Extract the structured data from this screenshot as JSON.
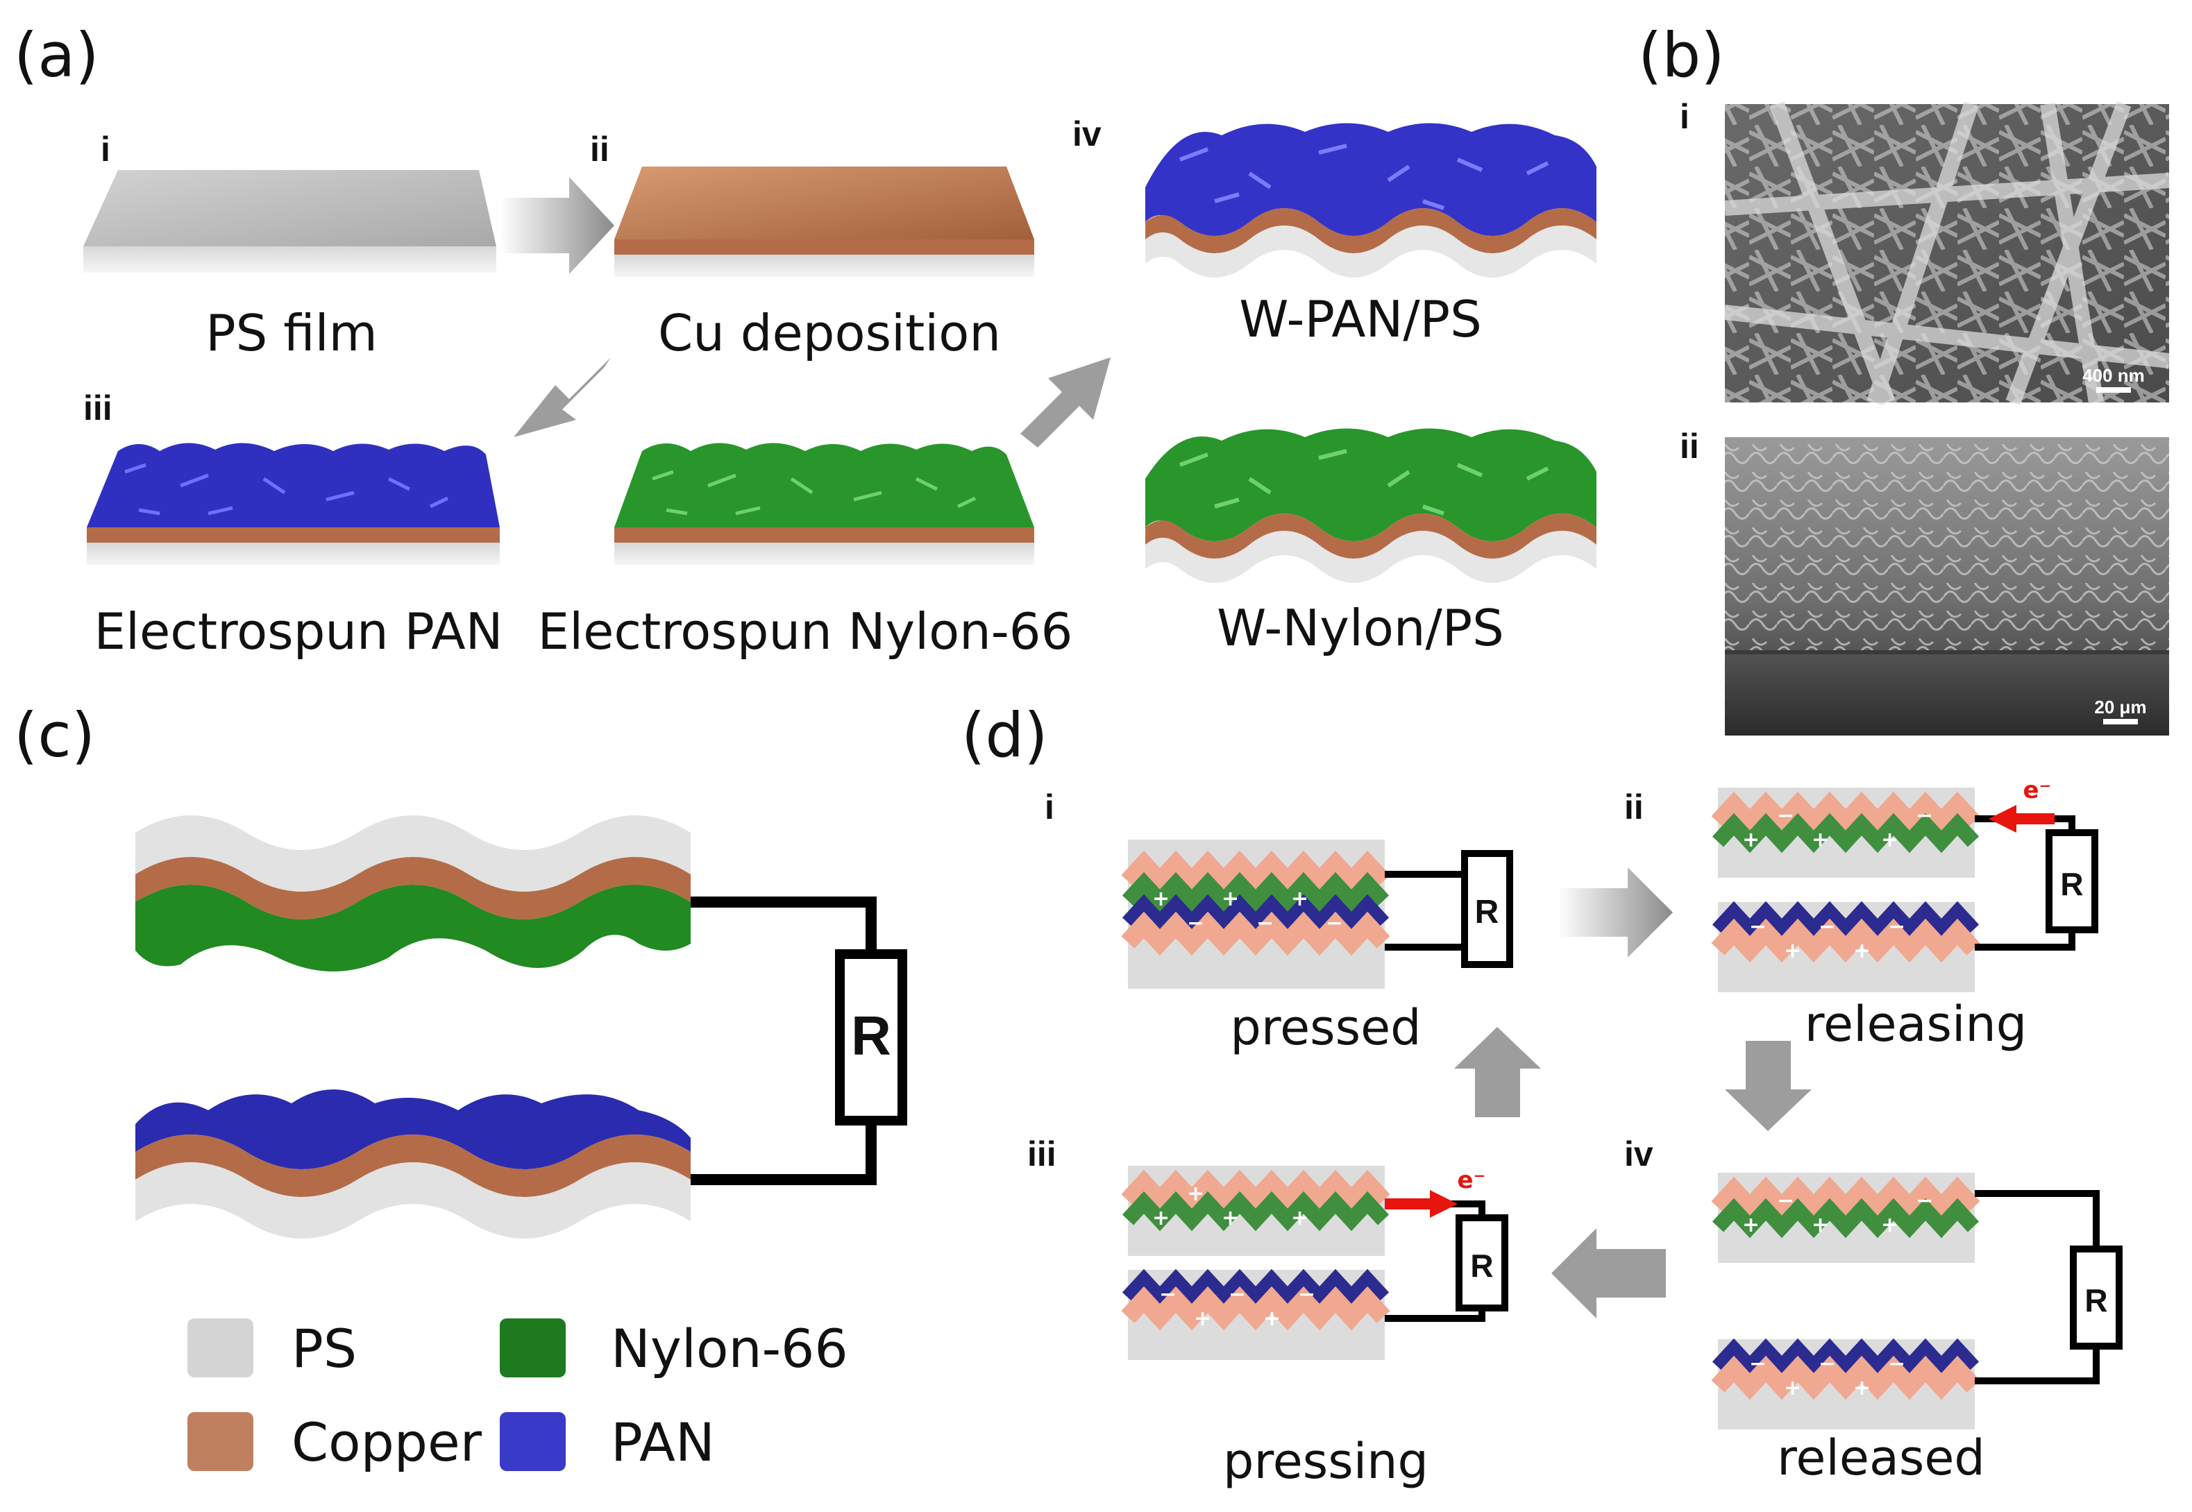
{
  "panels": {
    "a": {
      "label": "(a)",
      "steps": [
        {
          "numeral": "i",
          "caption": "PS film"
        },
        {
          "numeral": "ii",
          "caption": "Cu deposition"
        },
        {
          "numeral": "iii",
          "caption": "Electrospun PAN"
        },
        {
          "numeral": "",
          "caption": "Electrospun Nylon-66"
        },
        {
          "numeral": "iv",
          "caption": "W-PAN/PS"
        },
        {
          "numeral": "",
          "caption": "W-Nylon/PS"
        }
      ]
    },
    "b": {
      "label": "(b)",
      "images": [
        {
          "numeral": "i",
          "scale_bar": "400 nm"
        },
        {
          "numeral": "ii",
          "scale_bar": "20 μm"
        }
      ]
    },
    "c": {
      "label": "(c)",
      "resistor": "R",
      "legend": [
        {
          "name": "PS",
          "color": "#d4d4d4"
        },
        {
          "name": "Nylon-66",
          "color": "#1e7a1e"
        },
        {
          "name": "Copper",
          "color": "#c08060"
        },
        {
          "name": "PAN",
          "color": "#3a3ac8"
        }
      ]
    },
    "d": {
      "label": "(d)",
      "resistor": "R",
      "electron": "e⁻",
      "plus": "+",
      "minus": "−",
      "states": [
        {
          "numeral": "i",
          "caption": "pressed"
        },
        {
          "numeral": "ii",
          "caption": "releasing"
        },
        {
          "numeral": "iii",
          "caption": "pressing"
        },
        {
          "numeral": "iv",
          "caption": "released"
        }
      ]
    }
  },
  "colors": {
    "ps": "#d4d4d4",
    "copper": "#c08060",
    "nylon": "#1e7a1e",
    "pan": "#3a3ac8",
    "arrow": "#8c8c8c",
    "electron_arrow": "#e8140e"
  }
}
